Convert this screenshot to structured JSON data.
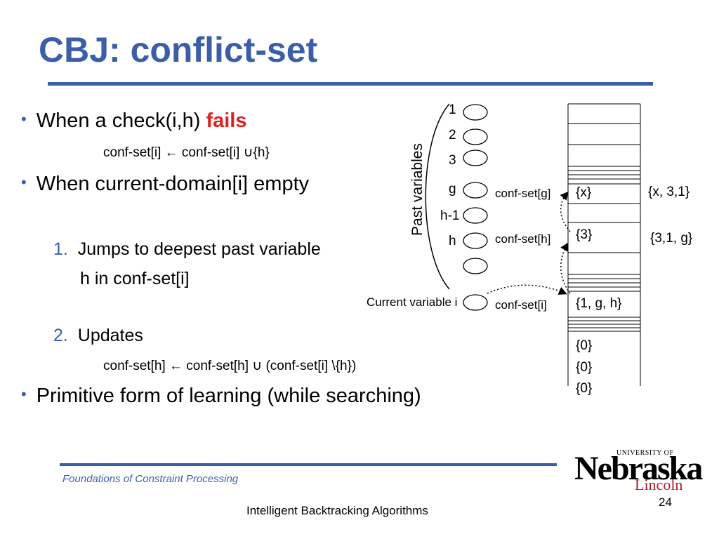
{
  "slide": {
    "title": "CBJ: conflict-set",
    "bullet1_prefix": "When a check(i,h) ",
    "bullet1_highlight": "fails",
    "sub1": "conf-set[i] ← conf-set[i] ∪{h}",
    "bullet2": "When current-domain[i] empty",
    "step1_num": "1.",
    "step1_line1": "Jumps to deepest past variable",
    "step1_line2": "h in conf-set[i]",
    "step2_num": "2.",
    "step2_text": "Updates",
    "sub2": "conf-set[h] ← conf-set[h] ∪ (conf-set[i] \\{h})",
    "bullet3": "Primitive form of learning (while searching)"
  },
  "diagram": {
    "past_variables_label": "Past variables",
    "var_labels": [
      "1",
      "2",
      "3",
      "g",
      "h-1",
      "h"
    ],
    "current_variable_label": "Current variable i",
    "confset_g_label": "conf-set[g]",
    "confset_g_value": "{x}",
    "confset_h_label": "conf-set[h]",
    "confset_h_value": "{3}",
    "confset_i_label": "conf-set[i]",
    "confset_i_value": "{1, g, h}",
    "side_g": "{x, 3,1}",
    "side_h": "{3,1, g}",
    "zeros": [
      "{0}",
      "{0}",
      "{0}"
    ]
  },
  "footer": {
    "course": "Foundations of Constraint Processing",
    "topic": "Intelligent Backtracking Algorithms",
    "page": "24",
    "logo_university": "UNIVERSITY OF",
    "logo_name": "Nebraska",
    "logo_campus": "Lincoln"
  }
}
